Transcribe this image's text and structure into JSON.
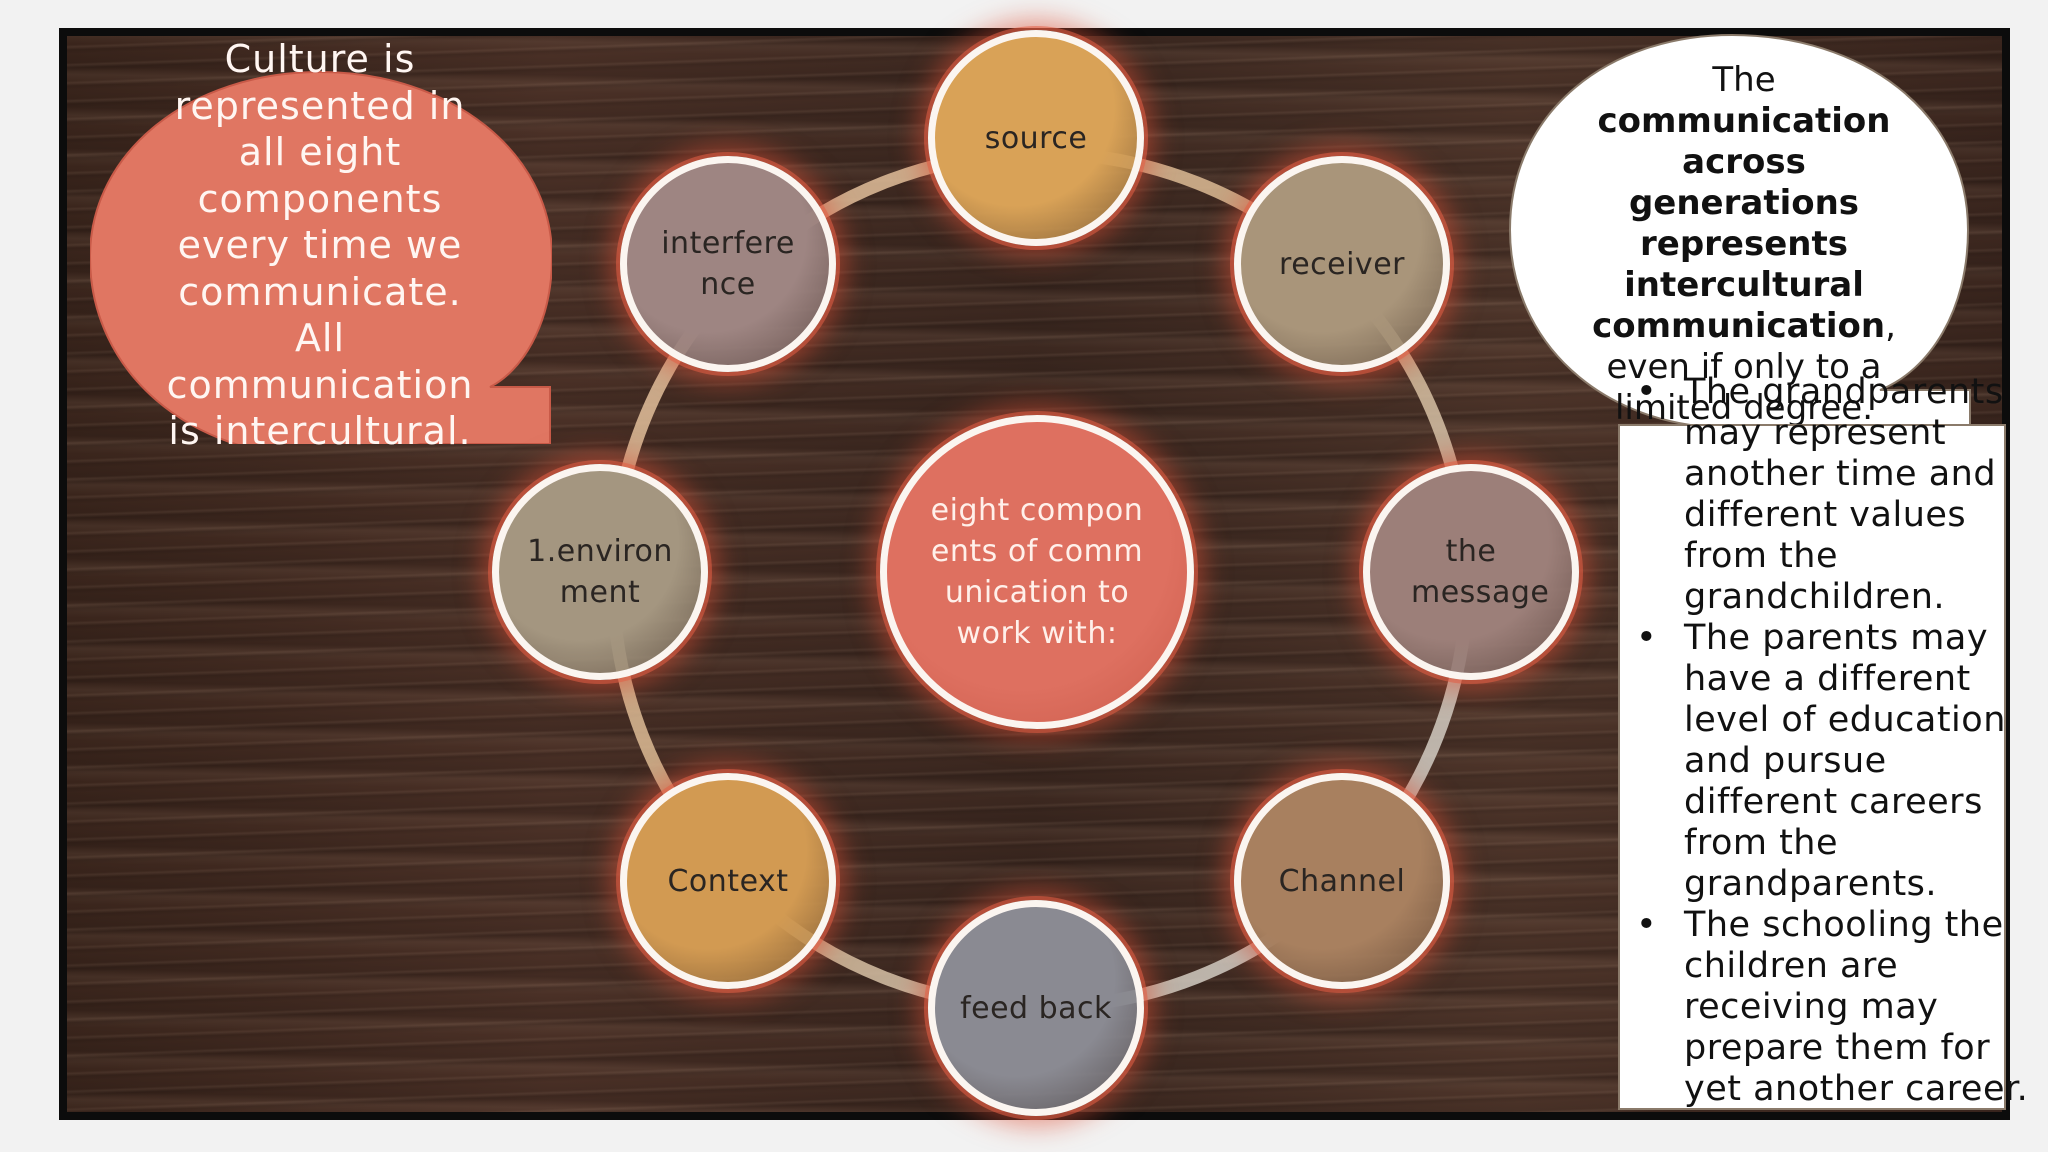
{
  "left_bubble": {
    "text": "Culture is represented in all eight components every time we communicate. All communication is intercultural."
  },
  "right_bubble": {
    "part1": "The ",
    "bold": "communication across generations represents intercultural communication",
    "part2": ", even if only to a limited degree."
  },
  "diagram": {
    "center": "eight components of communication to work with:",
    "nodes": [
      {
        "id": "source",
        "label": "source",
        "color": "#d9a257"
      },
      {
        "id": "receiver",
        "label": "receiver",
        "color": "#a9957a"
      },
      {
        "id": "message",
        "label": "the message",
        "color": "#9c7f79"
      },
      {
        "id": "channel",
        "label": "Channel",
        "color": "#a8805f"
      },
      {
        "id": "feedback",
        "label": "feed back",
        "color": "#8a8a92"
      },
      {
        "id": "context",
        "label": "Context",
        "color": "#d29a52"
      },
      {
        "id": "environment",
        "label": "1.environment",
        "color": "#a49680"
      },
      {
        "id": "interference",
        "label": "interference",
        "color": "#9e8582"
      }
    ]
  },
  "notes": [
    "The grandparents may represent another time and different values from the grandchildren.",
    "The parents may have a different level of education and pursue different careers from the grandparents.",
    "The schooling the children are receiving may prepare them for yet another career."
  ],
  "bullet_char": "•",
  "colors": {
    "bubble": "#e07662",
    "center": "#de7060",
    "glow": "#e05a3c"
  }
}
